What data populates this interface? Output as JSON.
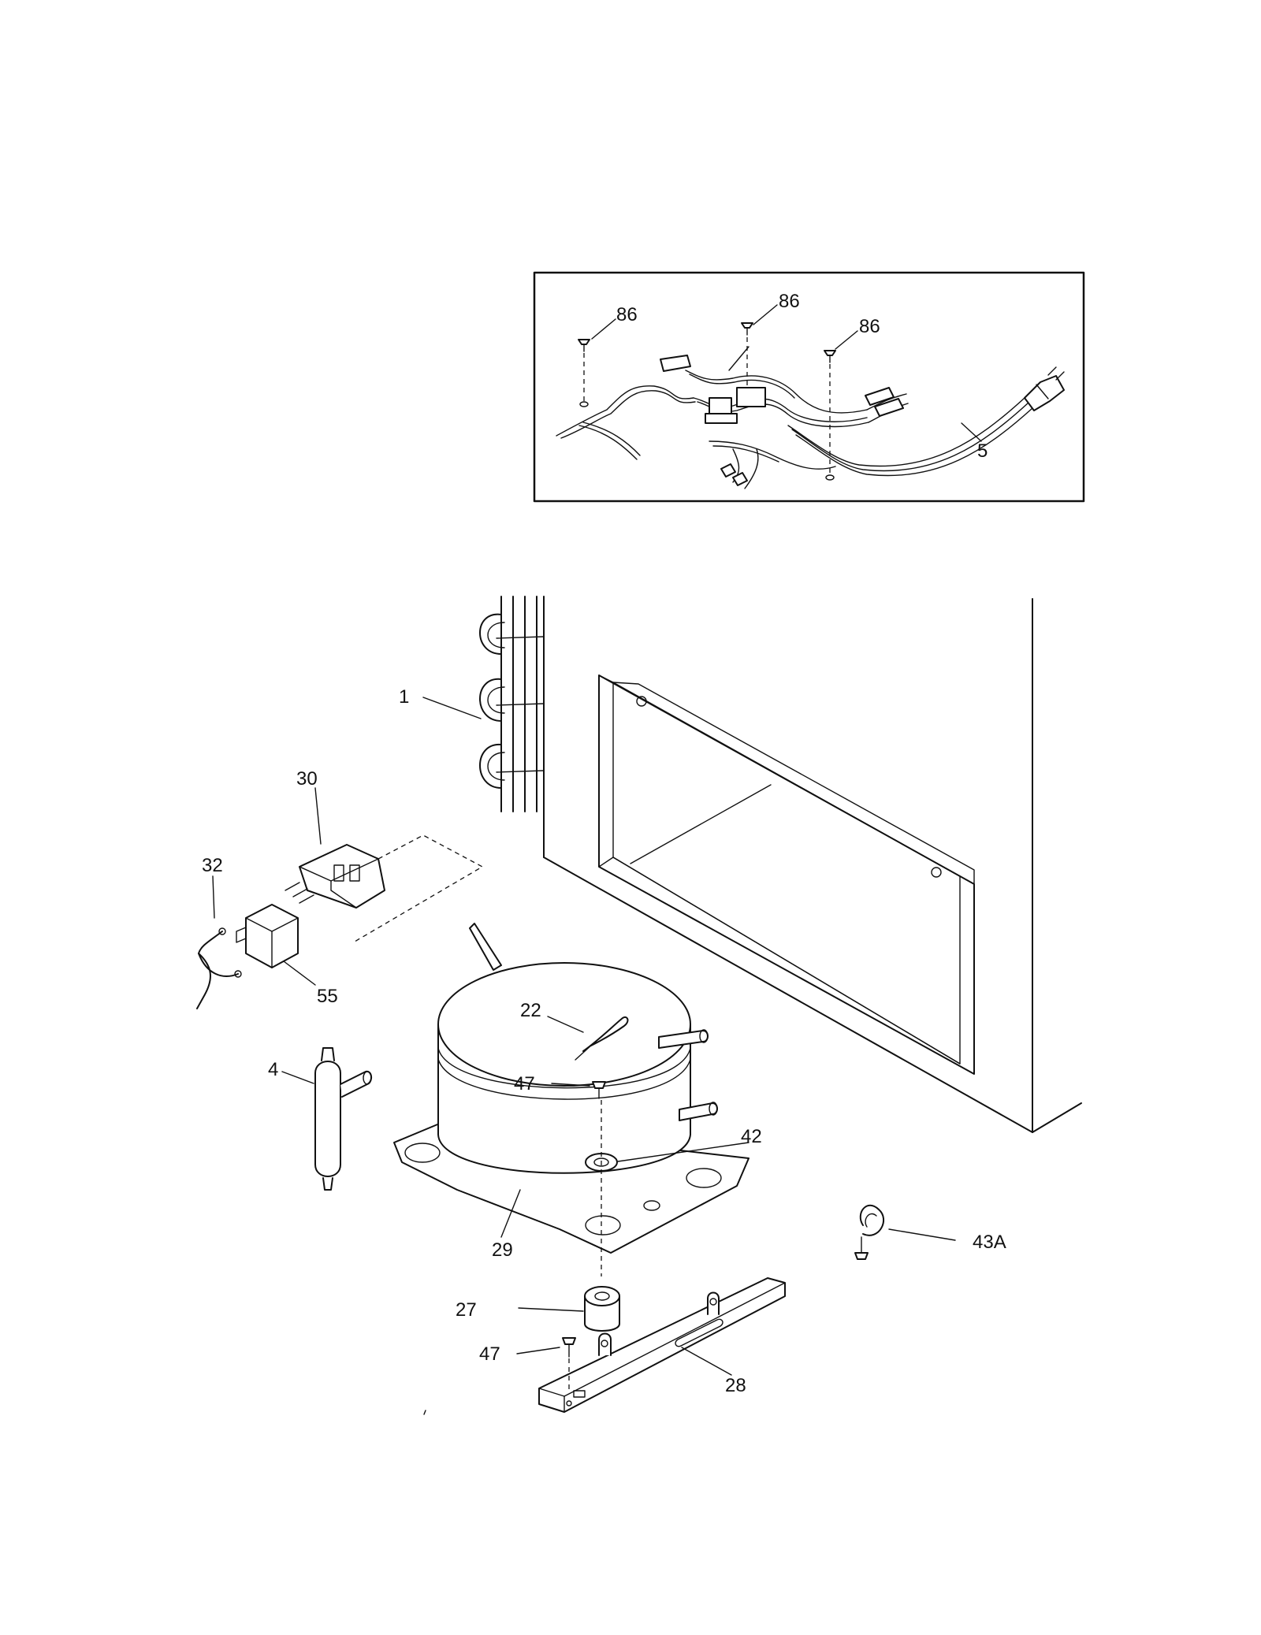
{
  "diagram": {
    "callouts": {
      "c1": "1",
      "c4": "4",
      "c5": "5",
      "c22": "22",
      "c27": "27",
      "c28": "28",
      "c29": "29",
      "c30": "30",
      "c32": "32",
      "c42": "42",
      "c43a": "43A",
      "c47a": "47",
      "c47b": "47",
      "c55": "55",
      "c86a": "86",
      "c86b": "86",
      "c86c": "86"
    }
  }
}
